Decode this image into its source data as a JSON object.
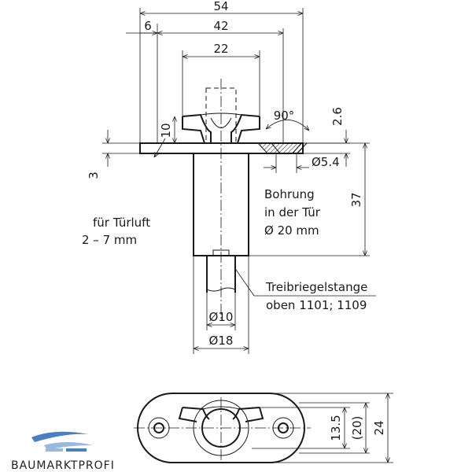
{
  "dimensions": {
    "d54": "54",
    "d6": "6",
    "d42": "42",
    "d22": "22",
    "d10": "10",
    "d3": "3",
    "angle90": "90°",
    "d2_6": "2.6",
    "d5_4": "Ø5.4",
    "d37": "37",
    "dia10": "Ø10",
    "dia18": "Ø18",
    "d13_5": "13.5",
    "d20": "(20)",
    "d24": "24"
  },
  "notes": {
    "door_clearance_line1": "für Türluft",
    "door_clearance_line2": "2 – 7  mm",
    "bore_line1": "Bohrung",
    "bore_line2": "in der Tür",
    "bore_line3": "Ø 20 mm",
    "rod_line1": "Treibriegelstange",
    "rod_line2": "oben 1101; 1109"
  },
  "logo": {
    "text": "BAUMARKTPROFI",
    "colors": [
      "#4a7fc1",
      "#9bb8de"
    ]
  }
}
